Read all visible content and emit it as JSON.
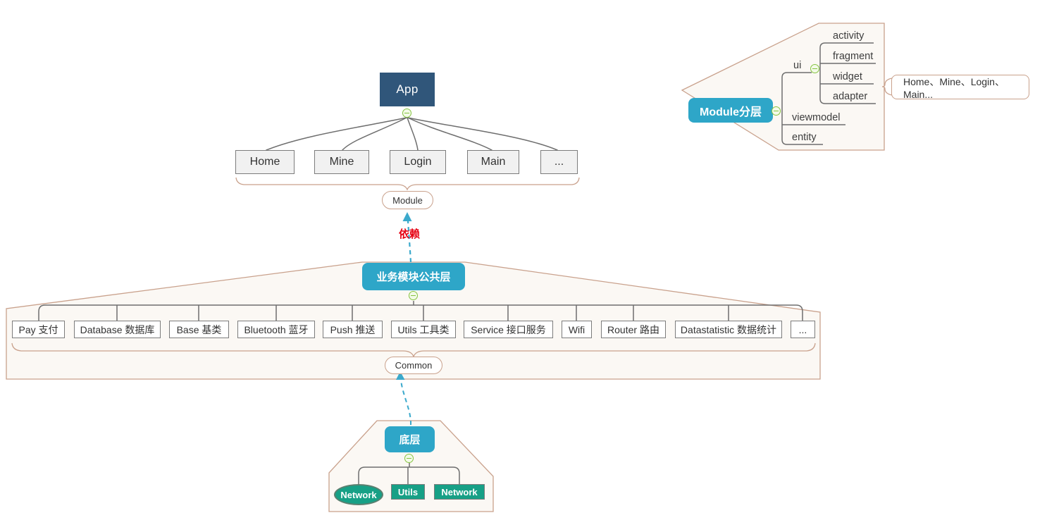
{
  "diagram": {
    "app_module_tree": {
      "root_label": "App",
      "children": [
        "Home",
        "Mine",
        "Login",
        "Main",
        "..."
      ],
      "group_label": "Module"
    },
    "dependency_arrow_label": "依赖",
    "business_common_layer": {
      "title": "业务模块公共层",
      "modules": [
        "Pay 支付",
        "Database 数据库",
        "Base 基类",
        "Bluetooth 蓝牙",
        "Push 推送",
        "Utils 工具类",
        "Service 接口服务",
        "Wifi",
        "Router 路由",
        "Datastatistic 数据统计",
        "..."
      ],
      "group_label": "Common"
    },
    "base_layer": {
      "title": "底层",
      "children": [
        "Network",
        "Utils",
        "Network"
      ]
    },
    "module_layering": {
      "title": "Module分层",
      "ui_branch": {
        "label": "ui",
        "children": [
          "activity",
          "fragment",
          "widget",
          "adapter"
        ]
      },
      "branches": [
        "viewmodel",
        "entity"
      ],
      "callout_text": "Home、Mine、Login、Main..."
    },
    "colors": {
      "app_node_blue": "#30567A",
      "teal_node": "#2EA6C8",
      "green_node": "#17A086",
      "outline_tan": "#C9A18C",
      "hull_fill": "#FBF8F4",
      "collapse_green": "#85C440",
      "dependency_red": "#E60012",
      "dashed_arrow_teal": "#3BA9CC",
      "connector_gray": "#6E6E6E"
    }
  }
}
